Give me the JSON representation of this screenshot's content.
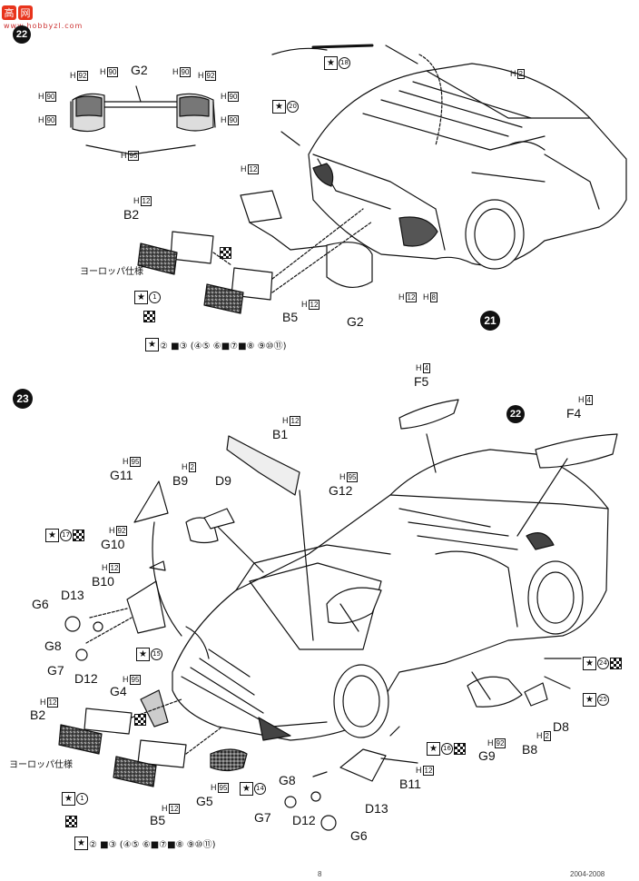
{
  "watermark": {
    "glyph1": "高",
    "glyph2": "网",
    "url": "www.hobbyzl.com"
  },
  "steps": {
    "s21": "21",
    "s22": "22",
    "s23": "23"
  },
  "europe_label": "ヨーロッパ仕様",
  "paint": {
    "H2": "2",
    "H4": "4",
    "H8": "8",
    "H12": "12",
    "H90": "90",
    "H92": "92",
    "H95": "95"
  },
  "parts_top": {
    "G2a": "G2",
    "B2": "B2",
    "B5": "B5",
    "G2b": "G2"
  },
  "parts_bottom": {
    "B1": "B1",
    "G11": "G11",
    "B9": "B9",
    "D9": "D9",
    "G12": "G12",
    "F5": "F5",
    "F4": "F4",
    "G10": "G10",
    "B10": "B10",
    "G6a": "G6",
    "D13a": "D13",
    "G8a": "G8",
    "G7a": "G7",
    "D12a": "D12",
    "G4": "G4",
    "B2": "B2",
    "G5": "G5",
    "B5": "B5",
    "G8b": "G8",
    "G7b": "G7",
    "D12b": "D12",
    "D13b": "D13",
    "G6b": "G6",
    "B11": "B11",
    "G9": "G9",
    "B8": "B8",
    "D8": "D8"
  },
  "decals_top": {
    "d18": "18",
    "d20": "20",
    "d1": "1",
    "seq": "② ■③ (④⑤ ⑥■⑦■⑧ ⑨⑩⑪)"
  },
  "decals_bottom": {
    "d17": "17",
    "d15": "15",
    "d14": "14",
    "d16": "16",
    "d24": "24",
    "d25": "25",
    "d1": "1",
    "seq": "② ■③ (④⑤ ⑥■⑦■⑧ ⑨⑩⑪)"
  },
  "footer": {
    "page": "8",
    "code": "2004-2008"
  }
}
